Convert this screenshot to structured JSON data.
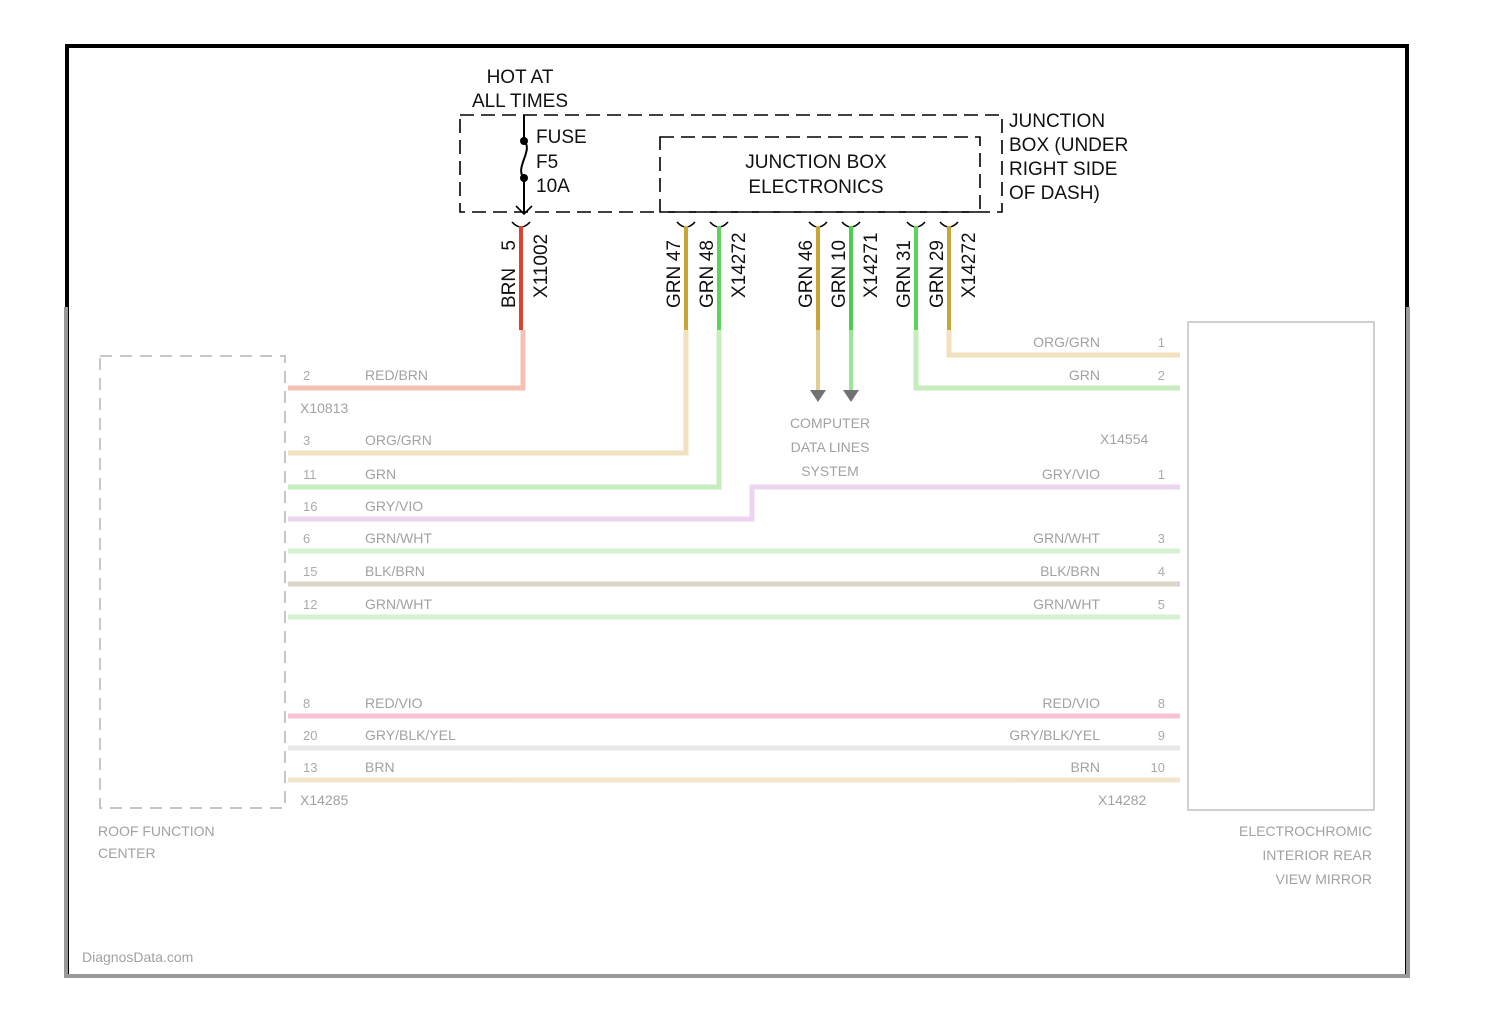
{
  "hot_label_1": "HOT AT",
  "hot_label_2": "ALL TIMES",
  "fuse": {
    "l1": "FUSE",
    "l2": "F5",
    "l3": "10A"
  },
  "junction_box_electronics": {
    "l1": "JUNCTION BOX",
    "l2": "ELECTRONICS"
  },
  "junction_box": {
    "l1": "JUNCTION",
    "l2": "BOX (UNDER",
    "l3": "RIGHT SIDE",
    "l4": "OF DASH)"
  },
  "top_connectors": [
    {
      "pin": "5",
      "color_label": "BRN",
      "connector": "X11002",
      "wire_color": "#e0412f"
    },
    {
      "pin": "47",
      "color_label": "GRN",
      "connector": "",
      "wire_color": "#c8a535"
    },
    {
      "pin": "48",
      "color_label": "GRN",
      "connector": "X14272",
      "wire_color": "#5cd35a"
    },
    {
      "pin": "46",
      "color_label": "GRN",
      "connector": "",
      "wire_color": "#c8a535"
    },
    {
      "pin": "10",
      "color_label": "GRN",
      "connector": "X14271",
      "wire_color": "#4ad048"
    },
    {
      "pin": "31",
      "color_label": "GRN",
      "connector": "",
      "wire_color": "#5cd35a"
    },
    {
      "pin": "29",
      "color_label": "GRN",
      "connector": "X14272",
      "wire_color": "#c8a535"
    }
  ],
  "left_module": {
    "name_1": "ROOF FUNCTION",
    "name_2": "CENTER",
    "connector_top": "X10813",
    "connector_bottom": "X14285"
  },
  "right_module": {
    "name_1": "ELECTROCHROMIC",
    "name_2": "INTERIOR REAR",
    "name_3": "VIEW MIRROR",
    "connector_mid": "X14554",
    "connector_bottom": "X14282"
  },
  "computer_data_lines": {
    "l1": "COMPUTER",
    "l2": "DATA LINES",
    "l3": "SYSTEM"
  },
  "left_wires": [
    {
      "pin": "2",
      "label": "RED/BRN",
      "color": "#f0907a"
    },
    {
      "pin": "3",
      "label": "ORG/GRN",
      "color": "#e9c78a"
    },
    {
      "pin": "11",
      "label": "GRN",
      "color": "#96e08a"
    },
    {
      "pin": "16",
      "label": "GRY/VIO",
      "color": "#e1b1ea"
    },
    {
      "pin": "6",
      "label": "GRN/WHT",
      "color": "#b1e8a8"
    },
    {
      "pin": "15",
      "label": "BLK/BRN",
      "color": "#bdb39a"
    },
    {
      "pin": "12",
      "label": "GRN/WHT",
      "color": "#b1e8a8"
    },
    {
      "pin": "8",
      "label": "RED/VIO",
      "color": "#f38fb2"
    },
    {
      "pin": "20",
      "label": "GRY/BLK/YEL",
      "color": "#d7d7d7"
    },
    {
      "pin": "13",
      "label": "BRN",
      "color": "#e8d3a0"
    }
  ],
  "right_wires": [
    {
      "pin": "1",
      "label": "ORG/GRN"
    },
    {
      "pin": "2",
      "label": "GRN"
    },
    {
      "pin": "1",
      "label": "GRY/VIO"
    },
    {
      "pin": "3",
      "label": "GRN/WHT"
    },
    {
      "pin": "4",
      "label": "BLK/BRN"
    },
    {
      "pin": "5",
      "label": "GRN/WHT"
    },
    {
      "pin": "8",
      "label": "RED/VIO"
    },
    {
      "pin": "9",
      "label": "GRY/BLK/YEL"
    },
    {
      "pin": "10",
      "label": "BRN"
    }
  ],
  "watermark": "DiagnosData.com"
}
